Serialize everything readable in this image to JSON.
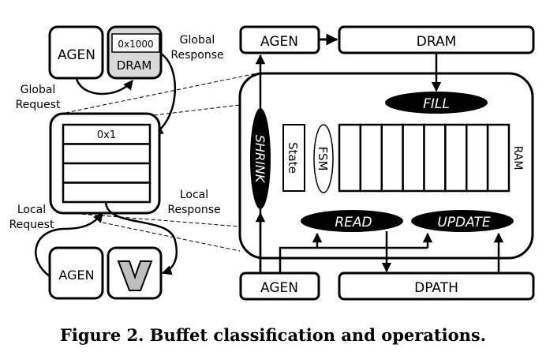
{
  "left": {
    "agen_top": "AGEN",
    "dram": {
      "address": "0x1000",
      "label": "DRAM"
    },
    "global_request": [
      "Global",
      "Request"
    ],
    "global_response": [
      "Global",
      "Response"
    ],
    "buffer_rows": [
      "0x1",
      "",
      "",
      ""
    ],
    "local_request": [
      "Local",
      "Request"
    ],
    "local_response": [
      "Local",
      "Response"
    ],
    "agen_bottom": "AGEN",
    "v_glyph": "V"
  },
  "right": {
    "agen_top": "AGEN",
    "dram": "DRAM",
    "fill": "FILL",
    "shrink": "SHRINK",
    "state": "State",
    "fsm": "FSM",
    "ram": "RAM",
    "ram_cells": 8,
    "read": "READ",
    "update": "UPDATE",
    "agen_bottom": "AGEN",
    "dpath": "DPATH"
  },
  "colors": {
    "dram_fill": "#d9d9d9",
    "v_fill": "#bfbfbf",
    "op_fill": "#000000",
    "op_text": "#ffffff"
  },
  "caption": "Figure 2.  Buffet classification and operations."
}
